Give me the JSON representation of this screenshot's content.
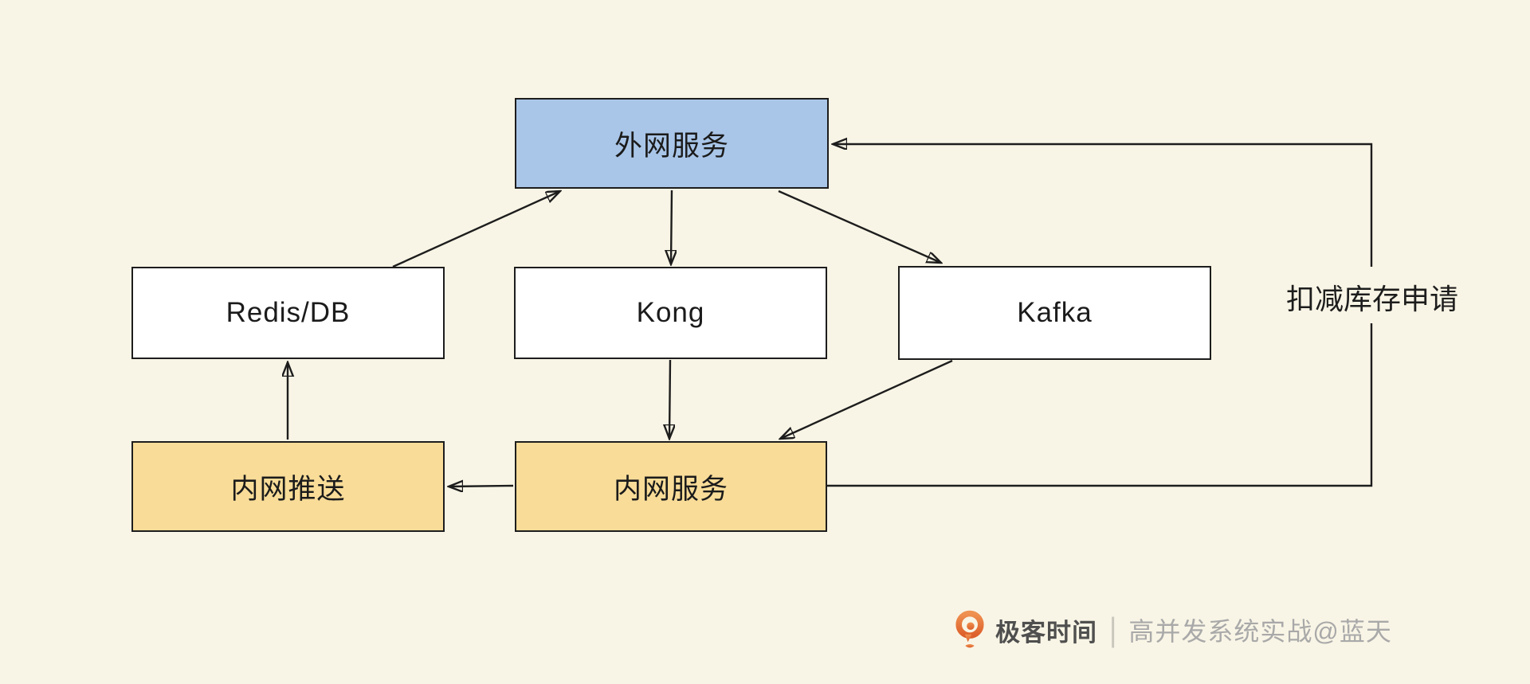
{
  "canvas": {
    "background": "#f9f5e6"
  },
  "colors": {
    "background": "#f9f5e6",
    "node_border": "#1d1d1d",
    "edge_line": "#1d1d1d",
    "external_service_fill": "#a9c6e8",
    "intranet_fill": "#f8dc98",
    "plain_fill": "#ffffff",
    "logo_orange": "#e2703a",
    "brand_text": "#4f4f4f",
    "credit_text": "#a9a9a9"
  },
  "nodes": [
    {
      "id": "external-service",
      "label": "外网服务",
      "fill": "#a9c6e8"
    },
    {
      "id": "redis-db",
      "label": "Redis/DB",
      "fill": "#ffffff"
    },
    {
      "id": "kong",
      "label": "Kong",
      "fill": "#ffffff"
    },
    {
      "id": "kafka",
      "label": "Kafka",
      "fill": "#ffffff"
    },
    {
      "id": "intranet-push",
      "label": "内网推送",
      "fill": "#f8dc98"
    },
    {
      "id": "intranet-service",
      "label": "内网服务",
      "fill": "#f8dc98"
    }
  ],
  "edges": [
    {
      "from": "Redis/DB",
      "to": "外网服务"
    },
    {
      "from": "外网服务",
      "to": "Kong"
    },
    {
      "from": "外网服务",
      "to": "Kafka"
    },
    {
      "from": "Kong",
      "to": "内网服务"
    },
    {
      "from": "Kafka",
      "to": "内网服务"
    },
    {
      "from": "内网服务",
      "to": "内网推送"
    },
    {
      "from": "内网推送",
      "to": "Redis/DB"
    },
    {
      "from": "内网服务",
      "to": "外网服务",
      "label": "扣减库存申请"
    }
  ],
  "watermark": {
    "brand": "极客时间",
    "divider": "|",
    "credit": "高并发系统实战@蓝天"
  }
}
